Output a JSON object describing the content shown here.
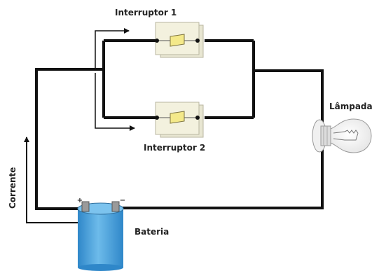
{
  "labels": {
    "switch1": "Interruptor 1",
    "switch2": "Interruptor 2",
    "lamp": "Lâmpada",
    "battery": "Bateria",
    "current": "Corrente",
    "battery_plus": "+",
    "battery_minus": "−"
  },
  "colors": {
    "wire": "#111111",
    "switch_plate": "#f3f1de",
    "switch_toggle": "#f4e98a",
    "battery_body": "#4fa6de",
    "battery_cap": "#9a9a9a"
  },
  "icons": {
    "switch": "toggle-switch-icon",
    "lamp": "light-bulb-icon",
    "battery": "battery-icon",
    "arrow": "arrow-icon"
  }
}
